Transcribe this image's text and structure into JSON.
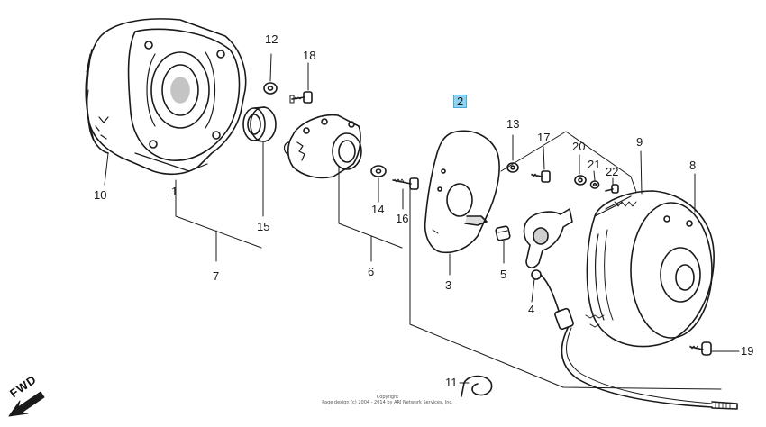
{
  "diagram": {
    "highlight_color": "#8fd3f0",
    "line_color": "#1a1a1a",
    "labels": {
      "p1": "1",
      "p2": "2",
      "p3": "3",
      "p4": "4",
      "p5": "5",
      "p6": "6",
      "p7": "7",
      "p8": "8",
      "p9": "9",
      "p10": "10",
      "p11": "11",
      "p12": "12",
      "p13": "13",
      "p14": "14",
      "p15": "15",
      "p16": "16",
      "p17": "17",
      "p18": "18",
      "p19": "19",
      "p20": "20",
      "p21": "21",
      "p22": "22"
    },
    "fwd_label": "FWD",
    "copyright_line1": "Copyright",
    "copyright_line2": "Page design (c) 2004 - 2014 by ARI Network Services, Inc."
  }
}
